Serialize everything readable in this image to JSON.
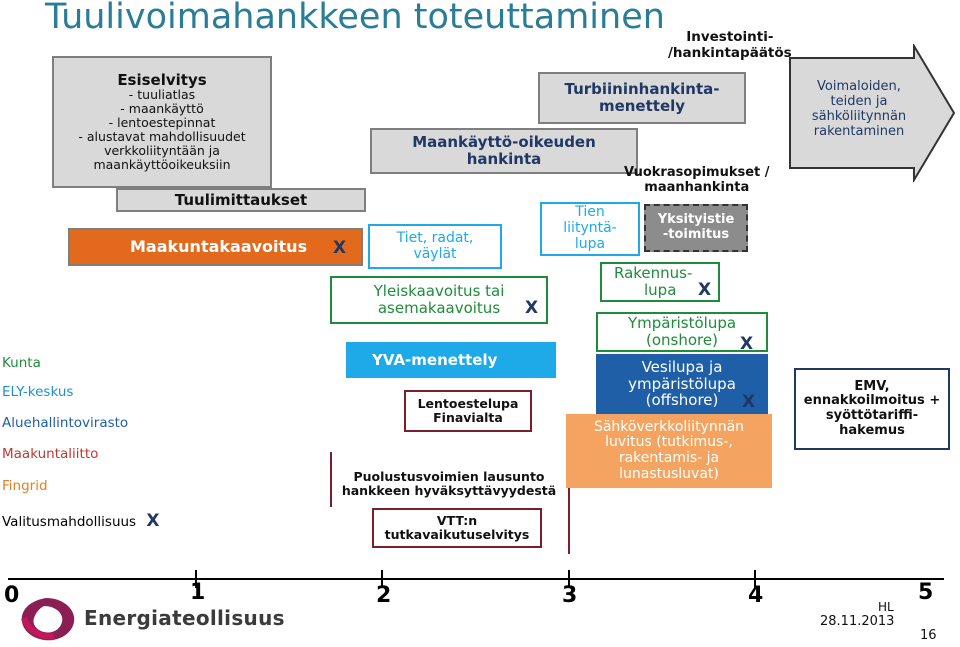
{
  "title": "Tuulivoimahankkeen toteuttaminen",
  "boxes": {
    "esiselvitys_title": "Esiselvitys",
    "esiselvitys_items": [
      "- tuuliatlas",
      "- maankäyttö",
      "- lentoestepinnat",
      "- alustavat mahdollisuudet",
      "verkkoliityntään ja",
      "maankäyttöoikeuksiin"
    ],
    "tuulimittaukset": "Tuulimittaukset",
    "maakuntakaavoitus": "Maakuntakaavoitus",
    "maankaytto": [
      "Maankäyttö-oikeuden",
      "hankinta"
    ],
    "tiet": [
      "Tiet, radat,",
      "väylät"
    ],
    "yleiskaavoitus": [
      "Yleiskaavoitus tai",
      "asemakaavoitus"
    ],
    "yva": "YVA-menettely",
    "lentoeste": [
      "Lentoestelupa",
      "Finavialta"
    ],
    "puolustus": [
      "Puolustusvoimien lausunto",
      "hankkeen hyväksyttävyydestä"
    ],
    "vtt": [
      "VTT:n",
      "tutkavaikutuselvitys"
    ],
    "investointi": [
      "Investointi-",
      "/hankintapäätös"
    ],
    "turbiini": [
      "Turbiininhankinta-",
      "menettely"
    ],
    "vuokra": [
      "Vuokrasopimukset /",
      "maanhankinta"
    ],
    "tien_liityntalupa": [
      "Tien",
      "liityntä-",
      "lupa"
    ],
    "yksityistie": [
      "Yksityistie",
      "-toimitus"
    ],
    "rakennuslupa": [
      "Rakennus-",
      "lupa"
    ],
    "ymparisto_onshore": [
      "Ympäristölupa",
      "(onshore)"
    ],
    "vesilupa": [
      "Vesilupa ja",
      "ympäristölupa",
      "(offshore)"
    ],
    "sahko": [
      "Sähköverkkoliitynnän",
      "luvitus (tutkimus-,",
      "rakentamis- ja",
      "lunastusluvat)"
    ],
    "voimaloiden": [
      "Voimaloiden,",
      "teiden ja",
      "sähköliitynnän",
      "rakentaminen"
    ],
    "emv": [
      "EMV,",
      "ennakkoilmoitus +",
      "syöttötariffi-",
      "hakemus"
    ]
  },
  "x_mark": "X",
  "legend": [
    {
      "label": "Kunta",
      "color": "#1e8c3a"
    },
    {
      "label": "ELY-keskus",
      "color": "#1e90d2"
    },
    {
      "label": "Aluehallintovirasto",
      "color": "#1f5fa8"
    },
    {
      "label": "Maakuntaliitto",
      "color": "#c0392b"
    },
    {
      "label": "Fingrid",
      "color": "#e67e22"
    },
    {
      "label": "Valitusmahdollisuus",
      "color": "#000000"
    }
  ],
  "axis": [
    "0",
    "1",
    "2",
    "3",
    "4",
    "5"
  ],
  "logo_text": "Energiateollisuus",
  "footer": {
    "initials": "HL",
    "date": "28.11.2013",
    "page": "16"
  },
  "colors": {
    "title": "#2a7d96",
    "maakunta_orange": "#e36a1d",
    "ely_blue": "#1eaae8",
    "avi_blue": "#1f5fa8",
    "fingrid_orange": "#f4a460",
    "border_dark_red": "#7a1f2b"
  }
}
